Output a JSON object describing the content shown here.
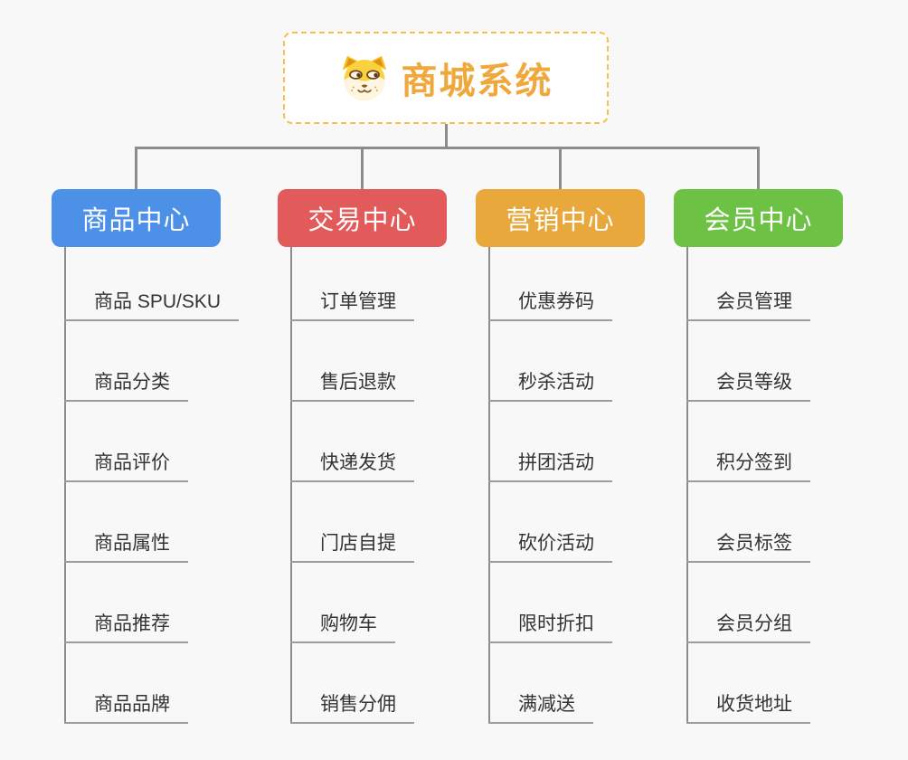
{
  "page": {
    "background_color": "#f8f8f8",
    "connector_color": "#8c8c8c",
    "underline_color": "#9c9c9c",
    "subtopic_text_color": "#333333"
  },
  "root": {
    "title": "商城系统",
    "icon": "dog-icon",
    "text_color": "#f0a83c",
    "border_color": "#f7be4f",
    "background": "#ffffff"
  },
  "branches": [
    {
      "label": "商品中心",
      "color": "#4c90e8",
      "children": [
        "商品 SPU/SKU",
        "商品分类",
        "商品评价",
        "商品属性",
        "商品推荐",
        "商品品牌"
      ]
    },
    {
      "label": "交易中心",
      "color": "#e25a5a",
      "children": [
        "订单管理",
        "售后退款",
        "快递发货",
        "门店自提",
        "购物车",
        "销售分佣"
      ]
    },
    {
      "label": "营销中心",
      "color": "#e9a83c",
      "children": [
        "优惠券码",
        "秒杀活动",
        "拼团活动",
        "砍价活动",
        "限时折扣",
        "满减送"
      ]
    },
    {
      "label": "会员中心",
      "color": "#6dc144",
      "children": [
        "会员管理",
        "会员等级",
        "积分签到",
        "会员标签",
        "会员分组",
        "收货地址"
      ]
    }
  ]
}
